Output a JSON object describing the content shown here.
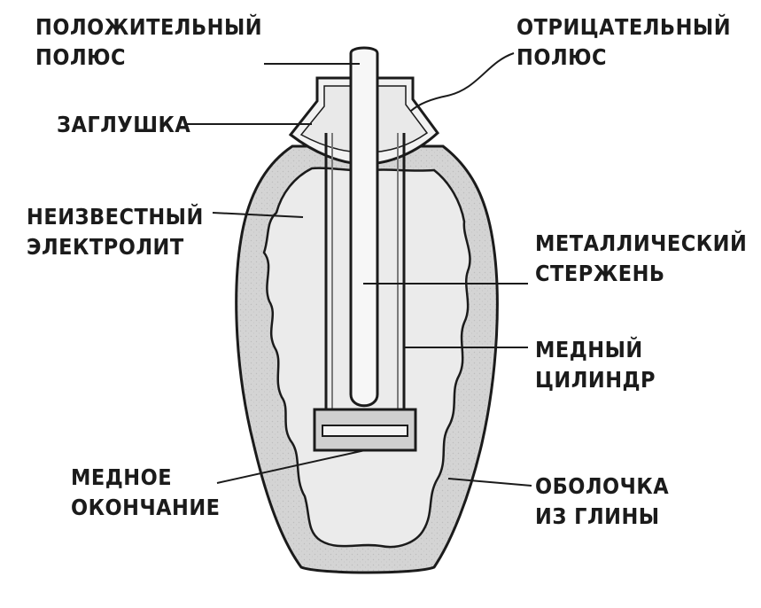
{
  "diagram": {
    "labels": {
      "positive_pole": [
        "ПОЛОЖИТЕЛЬНЫЙ",
        "ПОЛЮС"
      ],
      "negative_pole": [
        "ОТРИЦАТЕЛЬНЫЙ",
        "ПОЛЮС"
      ],
      "stopper": [
        "ЗАГЛУШКА"
      ],
      "electrolyte": [
        "НЕИЗВЕСТНЫЙ",
        "ЭЛЕКТРОЛИТ"
      ],
      "metal_rod": [
        "МЕТАЛЛИЧЕСКИЙ",
        "СТЕРЖЕНЬ"
      ],
      "copper_cylinder": [
        "МЕДНЫЙ",
        "ЦИЛИНДР"
      ],
      "copper_end": [
        "МЕДНОЕ",
        "ОКОНЧАНИЕ"
      ],
      "clay_shell": [
        "ОБОЛОЧКА",
        "ИЗ ГЛИНЫ"
      ]
    },
    "colors": {
      "outline": "#1b1b1b",
      "clay": "#d6d6d6",
      "electrolyte": "#ebebeb",
      "metal": "#f7f7f7",
      "background": "#ffffff"
    }
  }
}
